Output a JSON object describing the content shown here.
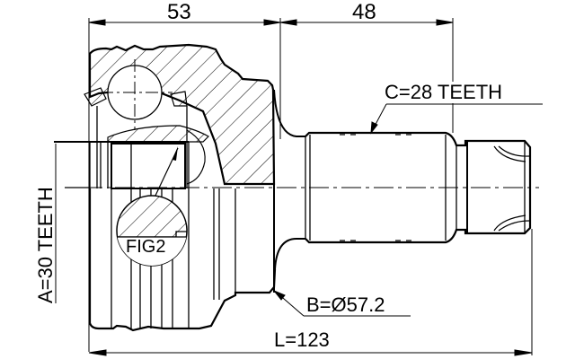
{
  "drawing": {
    "type": "technical-drawing",
    "subject": "CV joint (outer) cross-section",
    "line_color": "#000000",
    "background": "#ffffff"
  },
  "dimensions": {
    "body_length": "53",
    "shaft_length": "48",
    "total_length": "L=123"
  },
  "callouts": {
    "outer_spline": "C=28 TEETH",
    "inner_spline": "A=30 TEETH",
    "seal_diameter": "B=Ø57.2",
    "detail_figure": "FIG2"
  }
}
